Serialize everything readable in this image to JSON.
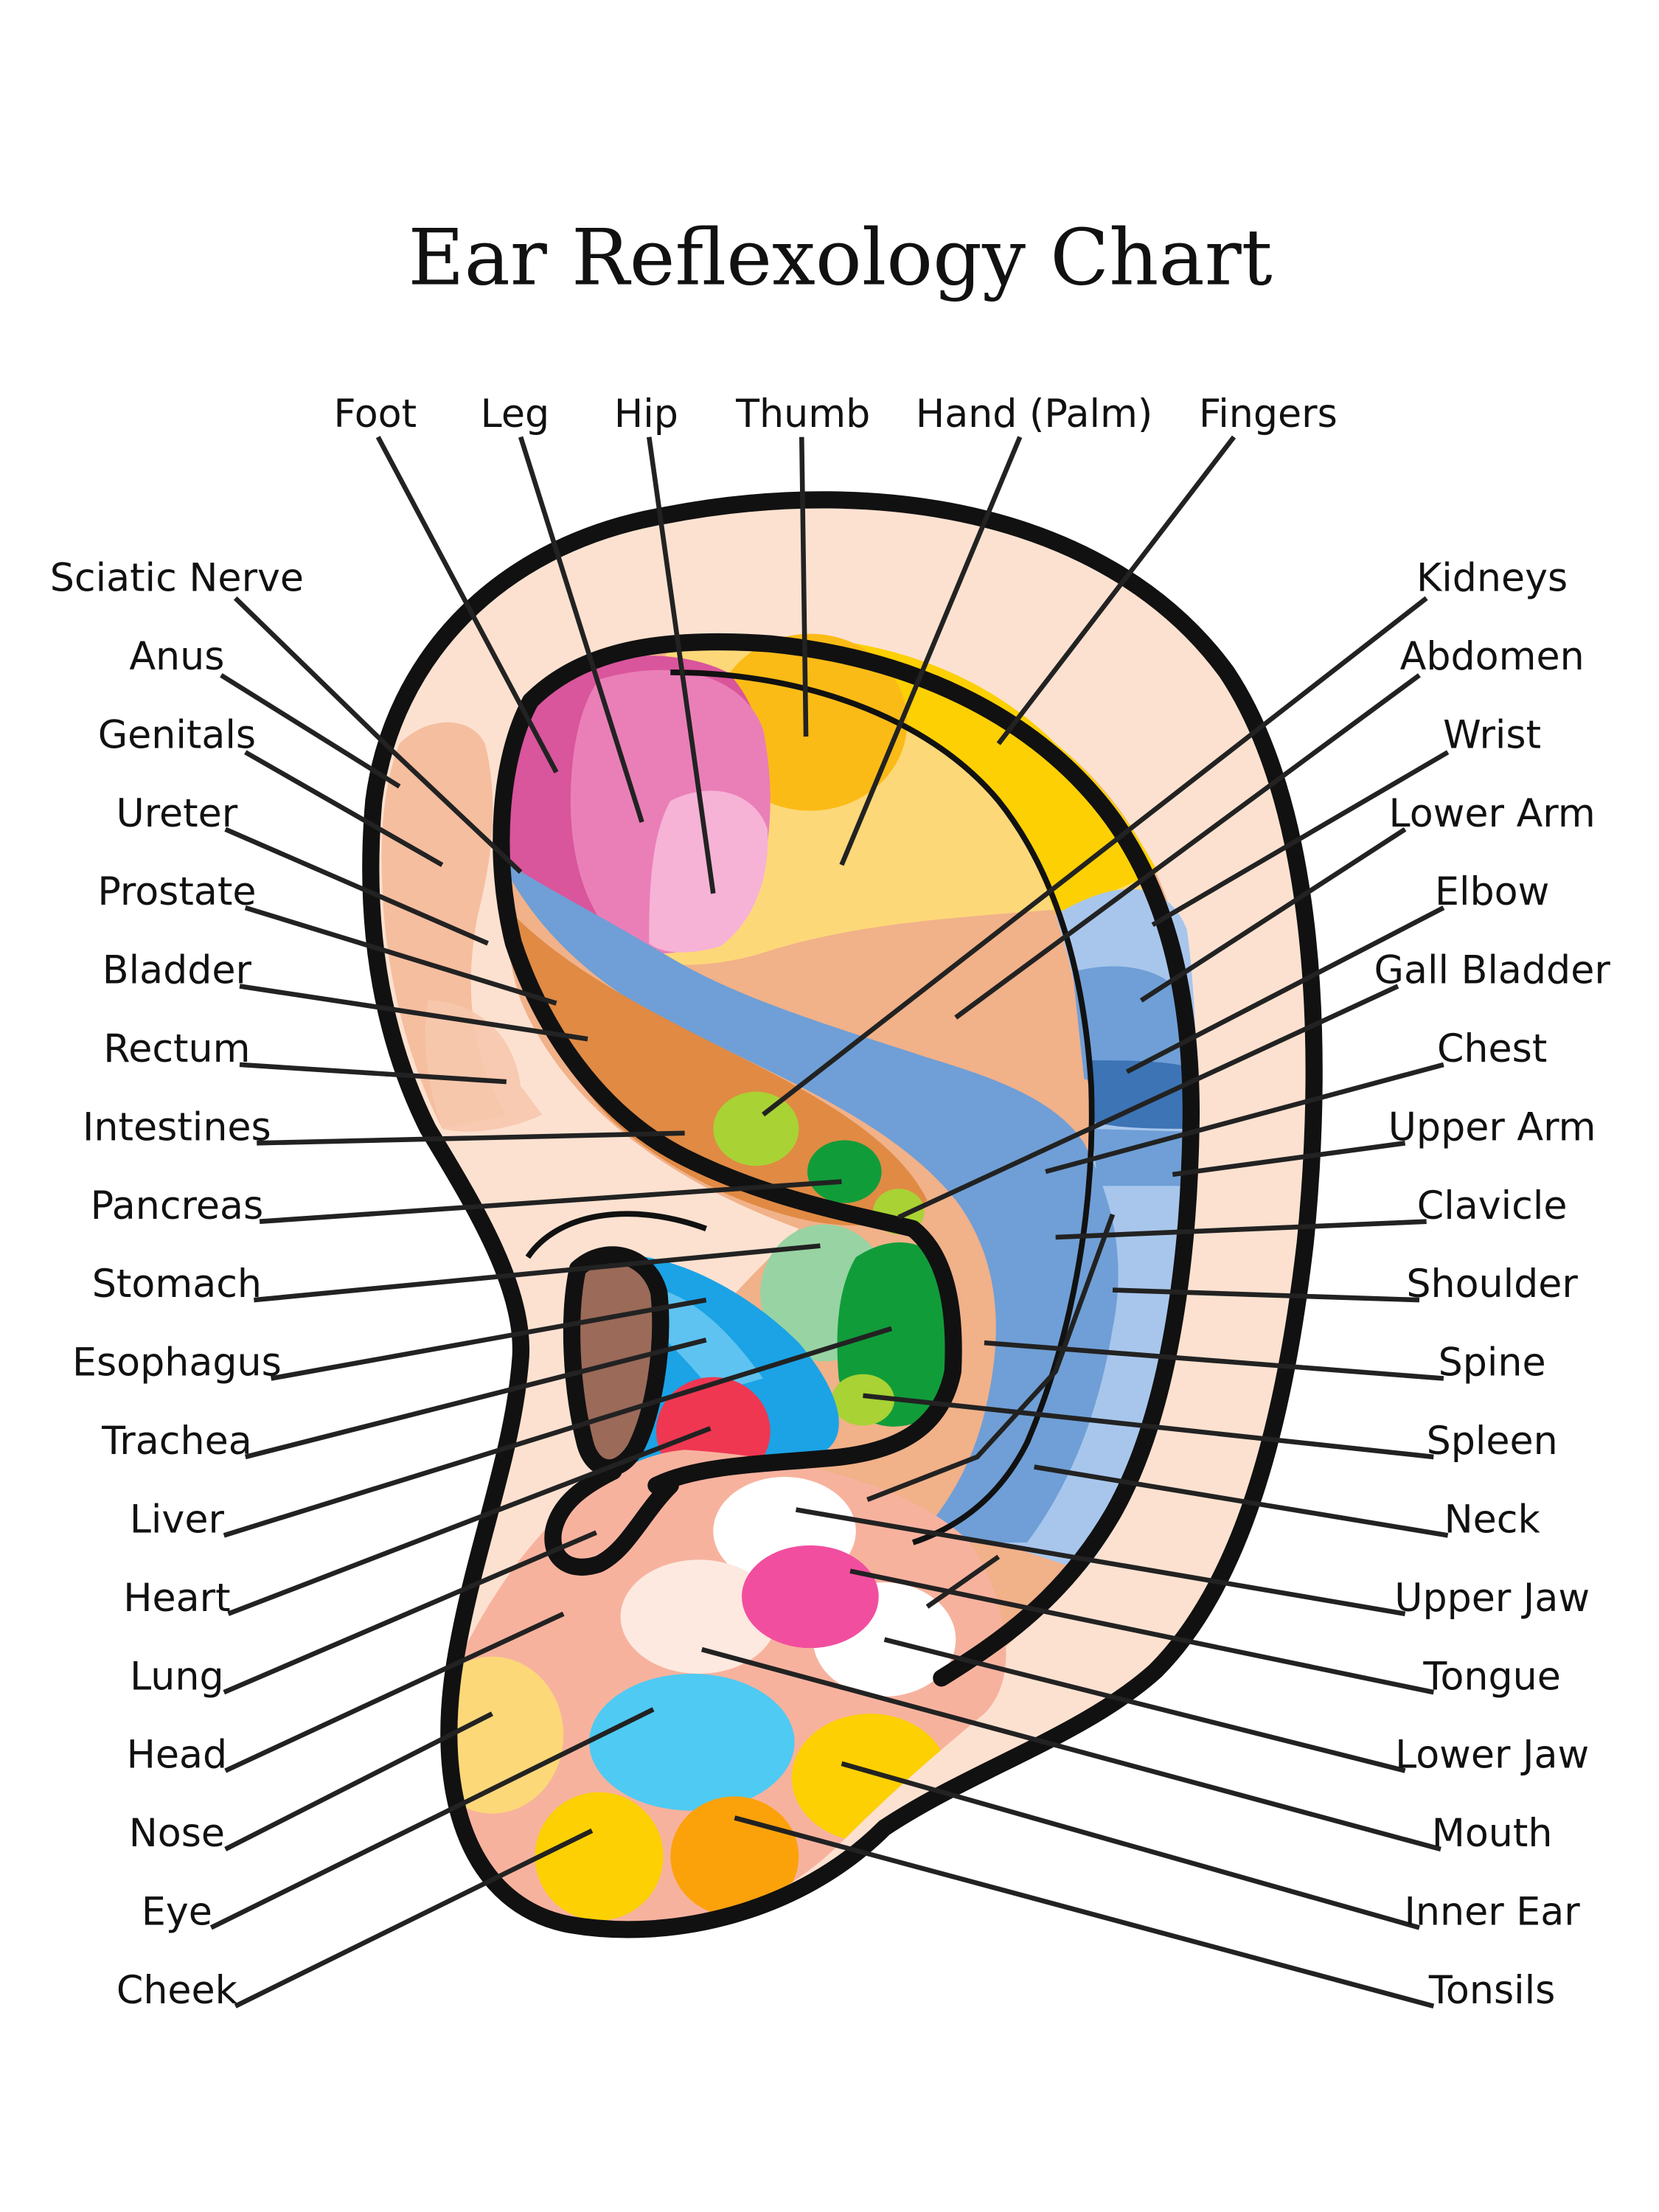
{
  "title": "Ear Reflexology Chart",
  "top_labels": [
    "Foot",
    "Leg",
    "Hip",
    "Thumb",
    "Hand (Palm)",
    "Fingers"
  ],
  "left_labels": [
    "Sciatic Nerve",
    "Anus",
    "Genitals",
    "Ureter",
    "Prostate",
    "Bladder",
    "Rectum",
    "Intestines",
    "Pancreas",
    "Stomach",
    "Esophagus",
    "Trachea",
    "Liver",
    "Heart",
    "Lung",
    "Head",
    "Nose",
    "Eye",
    "Cheek"
  ],
  "right_labels": [
    "Kidneys",
    "Abdomen",
    "Wrist",
    "Lower Arm",
    "Elbow",
    "Gall Bladder",
    "Chest",
    "Upper Arm",
    "Clavicle",
    "Shoulder",
    "Spine",
    "Spleen",
    "Neck",
    "Upper Jaw",
    "Tongue",
    "Lower Jaw",
    "Mouth",
    "Inner Ear",
    "Tonsils"
  ],
  "colors": {
    "helix_skin": "#fde1d0",
    "helix_tan": "#f3b796",
    "foot_pink": "#d9559c",
    "leg_pink": "#ea7fb8",
    "hip_pink": "#f6b3d6",
    "thumb_orange": "#fbbb16",
    "hand_yellow": "#fdd879",
    "fingers_yellow": "#fcd002",
    "abdomen_tan": "#f1b189",
    "spine_blue": "#6f9fd6",
    "arm_blue": "#a8c6ec",
    "dark_blue": "#3d74b6",
    "intestine_brown": "#e08a44",
    "green_light": "#a9d234",
    "green_dark": "#119c3a",
    "green_pale": "#98d3a3",
    "canal_blue": "#1ba3e6",
    "heart_red": "#ef3752",
    "liver_brown": "#9b6a59",
    "lobe_salmon": "#f7b29e",
    "tongue_magenta": "#f24e9f",
    "eye_cyan": "#4fcaf2",
    "lobe_yellow": "#fcd12b",
    "lobe_orange": "#fba20b"
  }
}
